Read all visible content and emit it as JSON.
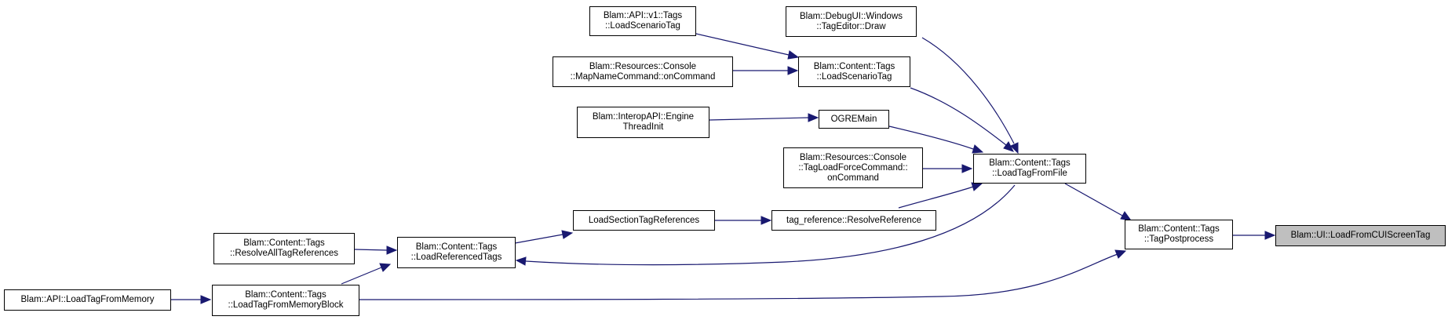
{
  "diagram": {
    "type": "call-graph",
    "colors": {
      "edge": "#191970",
      "node_border": "#000000",
      "node_fill": "#ffffff",
      "highlight_fill": "#bfbfbf"
    },
    "nodes": {
      "load_from_cui": "Blam::UI::LoadFromCUIScreenTag",
      "tag_postprocess": "Blam::Content::Tags\n::TagPostprocess",
      "load_tag_from_file": "Blam::Content::Tags\n::LoadTagFromFile",
      "load_tag_from_memory_block": "Blam::Content::Tags\n::LoadTagFromMemoryBlock",
      "load_tag_from_memory": "Blam::API::LoadTagFromMemory",
      "tag_editor_draw": "Blam::DebugUI::Windows\n::TagEditor::Draw",
      "content_load_scenario_tag": "Blam::Content::Tags\n::LoadScenarioTag",
      "api_load_scenario_tag": "Blam::API::v1::Tags\n::LoadScenarioTag",
      "map_name_command": "Blam::Resources::Console\n::MapNameCommand::onCommand",
      "ogre_main": "OGREMain",
      "engine_thread_init": "Blam::InteropAPI::Engine\nThreadInit",
      "tag_load_force_command": "Blam::Resources::Console\n::TagLoadForceCommand::\nonCommand",
      "resolve_reference": "tag_reference::ResolveReference",
      "load_section_tag_references": "LoadSectionTagReferences",
      "load_referenced_tags": "Blam::Content::Tags\n::LoadReferencedTags",
      "resolve_all_tag_references": "Blam::Content::Tags\n::ResolveAllTagReferences"
    }
  }
}
